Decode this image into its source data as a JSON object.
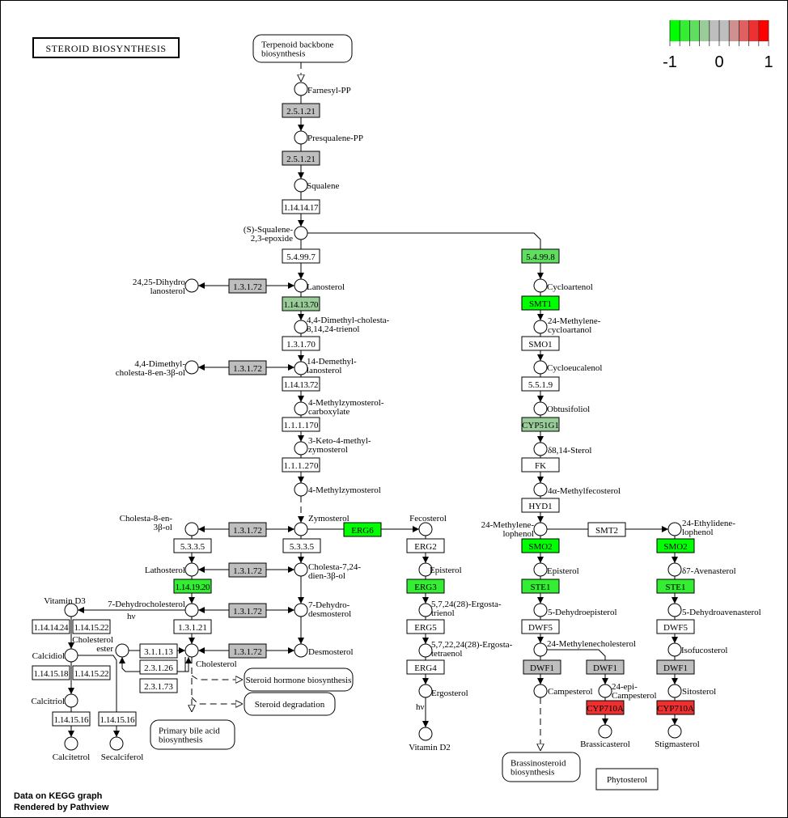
{
  "title": "STEROID BIOSYNTHESIS",
  "footer": [
    "Data on KEGG graph",
    "Rendered by Pathview"
  ],
  "legend": {
    "colors": [
      "#00ff00",
      "#33ee33",
      "#5fde5f",
      "#99cc99",
      "#bebebe",
      "#bebebe",
      "#d09090",
      "#e06060",
      "#ef3030",
      "#ff0000"
    ],
    "labels": [
      "-1",
      "0",
      "1"
    ],
    "range": [
      -1,
      1
    ]
  },
  "colors": {
    "gray": "#bebebe",
    "green_strong": "#00ff00",
    "green_mid": "#33ee33",
    "green_light": "#5fde5f",
    "green_pale": "#99cc99",
    "red": "#ef3030",
    "white": "#ffffff"
  },
  "maps": [
    {
      "id": "terpenoid",
      "label": [
        "Terpenoid backbone",
        "biosynthesis"
      ]
    },
    {
      "id": "hormone",
      "label": [
        "Steroid hormone biosynthesis"
      ]
    },
    {
      "id": "degradation",
      "label": [
        "Steroid degradation"
      ]
    },
    {
      "id": "bile",
      "label": [
        "Primary bile acid",
        "biosynthesis"
      ]
    },
    {
      "id": "brassino",
      "label": [
        "Brassinosteroid",
        "biosynthesis"
      ]
    }
  ],
  "group_labels": {
    "phytosterol": "Phytosterol",
    "hv": "hν"
  },
  "compounds": [
    {
      "id": "farnesyl",
      "label": [
        "Farnesyl-PP"
      ]
    },
    {
      "id": "presqualene",
      "label": [
        "Presqualene-PP"
      ]
    },
    {
      "id": "squalene",
      "label": [
        "Squalene"
      ]
    },
    {
      "id": "epoxide",
      "label": [
        "(S)-Squalene-",
        "2,3-epoxide"
      ]
    },
    {
      "id": "lanosterol",
      "label": [
        "Lanosterol"
      ]
    },
    {
      "id": "dihydrolano",
      "label": [
        "24,25-Dihydro",
        "lanosterol"
      ]
    },
    {
      "id": "dmct",
      "label": [
        "4,4-Dimethyl-cholesta-",
        "8,14,24-trienol"
      ]
    },
    {
      "id": "dmc8",
      "label": [
        "4,4-Dimethyl-",
        "cholesta-8-en-3β-ol"
      ]
    },
    {
      "id": "demethyllano",
      "label": [
        "14-Demethyl-",
        "lanosterol"
      ]
    },
    {
      "id": "mzcarb",
      "label": [
        "4-Methylzymosterol-",
        "carboxylate"
      ]
    },
    {
      "id": "keto",
      "label": [
        "3-Keto-4-methyl-",
        "zymosterol"
      ]
    },
    {
      "id": "mzym",
      "label": [
        "4-Methylzymosterol"
      ]
    },
    {
      "id": "zymosterol",
      "label": [
        "Zymosterol"
      ]
    },
    {
      "id": "cholesta8",
      "label": [
        "Cholesta-8-en-",
        "3β-ol"
      ]
    },
    {
      "id": "cholesta724",
      "label": [
        "Cholesta-7,24-",
        "dien-3β-ol"
      ]
    },
    {
      "id": "lathosterol",
      "label": [
        "Lathosterol"
      ]
    },
    {
      "id": "dhc7",
      "label": [
        "7-Dehydrocholesterol"
      ]
    },
    {
      "id": "dhdesmo",
      "label": [
        "7-Dehydro-",
        "desmosterol"
      ]
    },
    {
      "id": "cholesterol",
      "label": [
        "Cholesterol"
      ]
    },
    {
      "id": "desmosterol",
      "label": [
        "Desmosterol"
      ]
    },
    {
      "id": "cholester",
      "label": [
        "Cholesterol",
        "ester"
      ]
    },
    {
      "id": "vitd3",
      "label": [
        "Vitamin D3"
      ]
    },
    {
      "id": "calcidiol",
      "label": [
        "Calcidiol"
      ]
    },
    {
      "id": "calcitriol",
      "label": [
        "Calcitriol"
      ]
    },
    {
      "id": "calcitetrol",
      "label": [
        "Calcitetrol"
      ]
    },
    {
      "id": "secalciferol",
      "label": [
        "Secalciferol"
      ]
    },
    {
      "id": "fecosterol",
      "label": [
        "Fecosterol"
      ]
    },
    {
      "id": "episterol_y",
      "label": [
        "Episterol"
      ]
    },
    {
      "id": "ergtrienol",
      "label": [
        "5,7,24(28)-Ergosta-",
        "trienol"
      ]
    },
    {
      "id": "ergtetraenol",
      "label": [
        "5,7,22,24(28)-Ergosta-",
        "tetraenol"
      ]
    },
    {
      "id": "ergosterol",
      "label": [
        "Ergosterol"
      ]
    },
    {
      "id": "vitd2",
      "label": [
        "Vitamin D2"
      ]
    },
    {
      "id": "cycloartenol",
      "label": [
        "Cycloartenol"
      ]
    },
    {
      "id": "mcycloart",
      "label": [
        "24-Methylene-",
        "cycloartanol"
      ]
    },
    {
      "id": "cycloeucalenol",
      "label": [
        "Cycloeucalenol"
      ]
    },
    {
      "id": "obtusifoliol",
      "label": [
        "Obtusifoliol"
      ]
    },
    {
      "id": "d814",
      "label": [
        "δ8,14-Sterol"
      ]
    },
    {
      "id": "amethylfeco",
      "label": [
        "4α-Methylfecosterol"
      ]
    },
    {
      "id": "mlophenol",
      "label": [
        "24-Methylene-",
        "lophenol"
      ]
    },
    {
      "id": "elophenol",
      "label": [
        "24-Ethylidene-",
        "lophenol"
      ]
    },
    {
      "id": "episterol_p",
      "label": [
        "Episterol"
      ]
    },
    {
      "id": "avenasterol",
      "label": [
        "δ7-Avenasterol"
      ]
    },
    {
      "id": "dhepisterol",
      "label": [
        "5-Dehydroepisterol"
      ]
    },
    {
      "id": "dhavenasterol",
      "label": [
        "5-Dehydroavenasterol"
      ]
    },
    {
      "id": "mchol",
      "label": [
        "24-Methylenecholesterol"
      ]
    },
    {
      "id": "isofucosterol",
      "label": [
        "Isofucosterol"
      ]
    },
    {
      "id": "campesterol",
      "label": [
        "Campesterol"
      ]
    },
    {
      "id": "epicampesterol",
      "label": [
        "24-epi-",
        "Campesterol"
      ]
    },
    {
      "id": "sitosterol",
      "label": [
        "Sitosterol"
      ]
    },
    {
      "id": "brassicasterol",
      "label": [
        "Brassicasterol"
      ]
    },
    {
      "id": "stigmasterol",
      "label": [
        "Stigmasterol"
      ]
    }
  ],
  "enzymes": [
    {
      "id": "e1",
      "label": "2.5.1.21",
      "color": "gray"
    },
    {
      "id": "e2",
      "label": "2.5.1.21",
      "color": "gray"
    },
    {
      "id": "e3",
      "label": "1.14.14.17",
      "color": "white"
    },
    {
      "id": "e4",
      "label": "5.4.99.7",
      "color": "white"
    },
    {
      "id": "e5",
      "label": "5.4.99.8",
      "color": "green_light"
    },
    {
      "id": "e6",
      "label": "1.3.1.72",
      "color": "gray"
    },
    {
      "id": "e7",
      "label": "1.14.13.70",
      "color": "green_pale"
    },
    {
      "id": "e8",
      "label": "1.3.1.70",
      "color": "white"
    },
    {
      "id": "e9",
      "label": "1.3.1.72",
      "color": "gray"
    },
    {
      "id": "e10",
      "label": "1.14.13.72",
      "color": "white"
    },
    {
      "id": "e11",
      "label": "1.1.1.170",
      "color": "white"
    },
    {
      "id": "e12",
      "label": "1.1.1.270",
      "color": "white"
    },
    {
      "id": "e13",
      "label": "1.3.1.72",
      "color": "gray"
    },
    {
      "id": "e14",
      "label": "ERG6",
      "color": "green_strong"
    },
    {
      "id": "e15",
      "label": "5.3.3.5",
      "color": "white"
    },
    {
      "id": "e16",
      "label": "5.3.3.5",
      "color": "white"
    },
    {
      "id": "e17",
      "label": "1.3.1.72",
      "color": "gray"
    },
    {
      "id": "e18",
      "label": "1.14.19.20",
      "color": "green_mid"
    },
    {
      "id": "e19",
      "label": "1.3.1.72",
      "color": "gray"
    },
    {
      "id": "e20",
      "label": "1.3.1.21",
      "color": "white"
    },
    {
      "id": "e21",
      "label": "1.3.1.72",
      "color": "gray"
    },
    {
      "id": "e22",
      "label": "3.1.1.13",
      "color": "white"
    },
    {
      "id": "e23",
      "label": "2.3.1.26",
      "color": "white"
    },
    {
      "id": "e24",
      "label": "2.3.1.73",
      "color": "white"
    },
    {
      "id": "e25",
      "label": "1.14.14.24",
      "color": "white"
    },
    {
      "id": "e26",
      "label": "1.14.15.22",
      "color": "white"
    },
    {
      "id": "e27",
      "label": "1.14.15.18",
      "color": "white"
    },
    {
      "id": "e28",
      "label": "1.14.15.22",
      "color": "white"
    },
    {
      "id": "e29",
      "label": "1.14.15.16",
      "color": "white"
    },
    {
      "id": "e30",
      "label": "1.14.15.16",
      "color": "white"
    },
    {
      "id": "e31",
      "label": "ERG2",
      "color": "white"
    },
    {
      "id": "e32",
      "label": "ERG3",
      "color": "green_mid"
    },
    {
      "id": "e33",
      "label": "ERG5",
      "color": "white"
    },
    {
      "id": "e34",
      "label": "ERG4",
      "color": "white"
    },
    {
      "id": "e35",
      "label": "SMT1",
      "color": "green_strong"
    },
    {
      "id": "e36",
      "label": "SMO1",
      "color": "white"
    },
    {
      "id": "e37",
      "label": "5.5.1.9",
      "color": "white"
    },
    {
      "id": "e38",
      "label": "CYP51G1",
      "color": "green_pale"
    },
    {
      "id": "e39",
      "label": "FK",
      "color": "white"
    },
    {
      "id": "e40",
      "label": "HYD1",
      "color": "white"
    },
    {
      "id": "e41",
      "label": "SMT2",
      "color": "white"
    },
    {
      "id": "e42",
      "label": "SMO2",
      "color": "green_strong"
    },
    {
      "id": "e43",
      "label": "SMO2",
      "color": "green_strong"
    },
    {
      "id": "e44",
      "label": "STE1",
      "color": "green_mid"
    },
    {
      "id": "e45",
      "label": "STE1",
      "color": "green_mid"
    },
    {
      "id": "e46",
      "label": "DWF5",
      "color": "white"
    },
    {
      "id": "e47",
      "label": "DWF5",
      "color": "white"
    },
    {
      "id": "e48",
      "label": "DWF1",
      "color": "gray"
    },
    {
      "id": "e49",
      "label": "DWF1",
      "color": "gray"
    },
    {
      "id": "e50",
      "label": "DWF1",
      "color": "gray"
    },
    {
      "id": "e51",
      "label": "CYP710A",
      "color": "red"
    },
    {
      "id": "e52",
      "label": "CYP710A",
      "color": "red"
    }
  ]
}
